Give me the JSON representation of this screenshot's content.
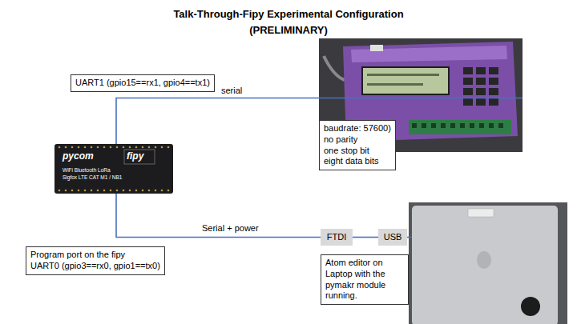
{
  "diagram": {
    "title": "Talk-Through-Fipy Experimental Configuration (PRELIMINARY)",
    "nodes": [
      {
        "text": [
          "UART1 (gpio15==rx1, gpio4==tx1)"
        ]
      },
      {
        "text": [
          "baudrate: 57600)",
          "no parity",
          "one stop bit",
          "eight data bits"
        ]
      },
      {
        "text": [
          "pycom",
          "fipy",
          "WiFi Bluetooth LoRa",
          "Sigfox LTE CAT M1 / NB1"
        ]
      },
      {
        "text": [
          "FTDI"
        ]
      },
      {
        "text": [
          "USB"
        ]
      },
      {
        "text": [
          "Program port on the fipy",
          "UART0 (gpio3==rx0, gpio1==tx0)"
        ]
      },
      {
        "text": [
          "Atom editor on Laptop with the pymakr module running."
        ]
      }
    ],
    "edges": [
      {
        "from": 2,
        "to": 3,
        "label": "Serial + power",
        "arrow": "none"
      },
      {
        "from": 3,
        "to": 4,
        "arrow": "none"
      }
    ],
    "labels": [
      "serial"
    ]
  }
}
